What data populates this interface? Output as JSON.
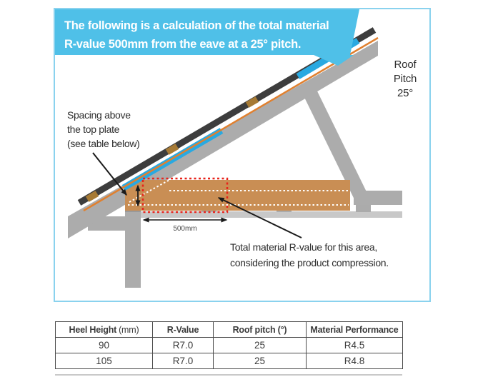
{
  "banner": {
    "line1": "The following is a calculation of the total material",
    "line2": "R-value 500mm from the eave at a 25° pitch."
  },
  "diagram": {
    "roof_pitch": {
      "line1": "Roof",
      "line2": "Pitch",
      "line3": "25°"
    },
    "spacing_note": {
      "line1": "Spacing above",
      "line2": "the top plate",
      "line3": "(see table below)"
    },
    "dimension": "500mm",
    "rvalue_note": {
      "line1": "Total material R-value for this area,",
      "line2": "considering the product compression."
    },
    "colors": {
      "banner_blue": "#4FC0E8",
      "frame_blue": "#8AD2EE",
      "membrane_blue": "#29A9E1",
      "insulation_tan": "#C98E54",
      "highlight_red": "#E8231A",
      "structure_gray": "#ACACAC",
      "roof_dark": "#3D3D3D",
      "sarking_orange": "#E0802F"
    }
  },
  "table": {
    "headers": [
      {
        "text": "Heel Height",
        "unit": "(mm)"
      },
      {
        "text": "R-Value",
        "unit": ""
      },
      {
        "text": "Roof pitch (°)",
        "unit": ""
      },
      {
        "text": "Material Performance",
        "unit": ""
      }
    ],
    "rows": [
      [
        "90",
        "R7.0",
        "25",
        "R4.5"
      ],
      [
        "105",
        "R7.0",
        "25",
        "R4.8"
      ]
    ]
  }
}
